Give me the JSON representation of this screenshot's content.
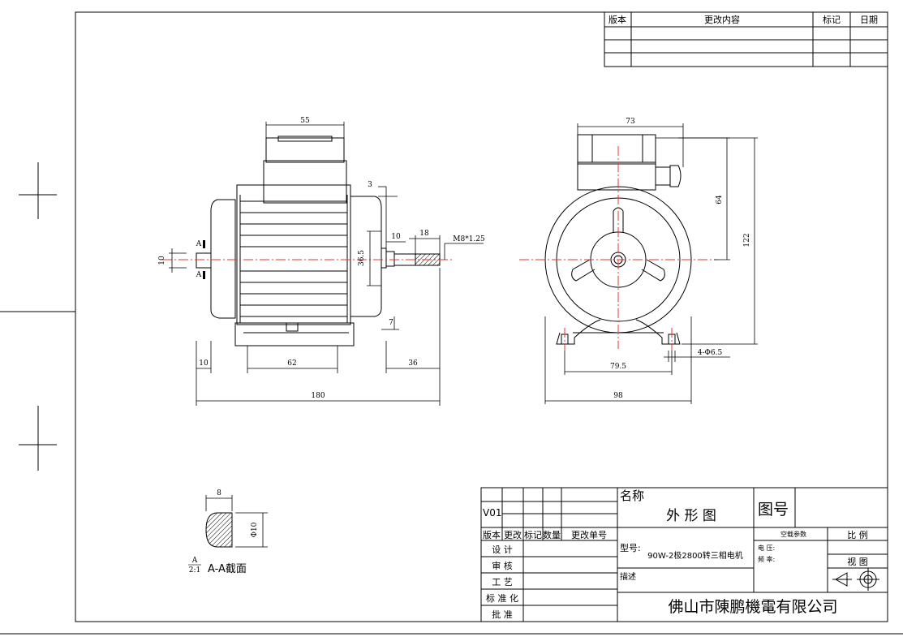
{
  "revision_table": {
    "headers": [
      "版本",
      "更改内容",
      "标记",
      "日期"
    ]
  },
  "front_view": {
    "dims": {
      "top_width": "55",
      "groove": "3",
      "shaft_len": "10",
      "thread_len": "18",
      "thread_spec": "M8*1.25",
      "shaft_dia": "10",
      "section_height": "36.5",
      "foot_edge": "7",
      "left_off": "10",
      "foot_span": "62",
      "right_off": "36",
      "total_len": "180",
      "section_mark": "A"
    }
  },
  "side_view": {
    "dims": {
      "width_top": "73",
      "height_box": "64",
      "height_total": "122",
      "hole_span": "79.5",
      "holes": "4-Φ6.5",
      "base_width": "98"
    }
  },
  "section": {
    "width": "8",
    "dia": "Φ10",
    "ratio_top": "A",
    "ratio_bottom": "2:1",
    "label": "A-A截面"
  },
  "title_block": {
    "version_value": "V01",
    "headers": [
      "版本",
      "更改",
      "标记",
      "数量",
      "更改单号"
    ],
    "roles": [
      "设  计",
      "审  核",
      "工  艺",
      "标 准 化",
      "批  准"
    ],
    "name_label": "名称",
    "name_value": "外 形 图",
    "drawing_no_label": "图号",
    "params_label": "空载参数",
    "scale_label": "比  例",
    "model_label": "型号:",
    "model_value": "90W-2极2800转三相电机",
    "voltage_label": "电  压:",
    "freq_label": "频  率:",
    "view_label": "视  图",
    "desc_label": "描述",
    "company": "佛山市陳鹏機電有限公司"
  }
}
